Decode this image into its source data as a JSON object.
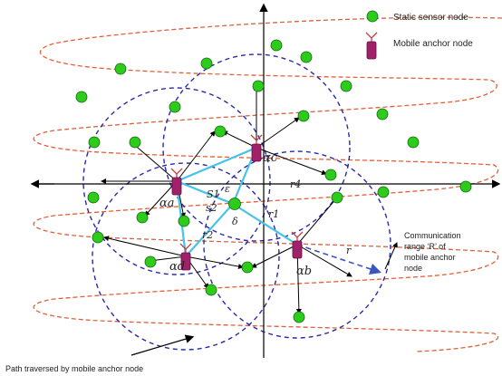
{
  "legend": {
    "static_label": "Static sensor node",
    "mobile_label": "Mobile anchor node"
  },
  "annotations": {
    "comm_range_lines": [
      "Communication",
      "range ‘R’ of",
      "mobile anchor",
      "node"
    ],
    "path_label": "Path traversed by mobile anchor node"
  },
  "anchor_labels": {
    "a": "αa",
    "b": "αb",
    "c": "αc",
    "d": "αd"
  },
  "segment_labels": {
    "s1": "S1",
    "s2": "s2",
    "r1": "r1",
    "r2": "r2",
    "r4": "r4",
    "delta": "δ",
    "eps": "ε",
    "r": "r"
  },
  "colors": {
    "static_node": "#2ecc1a",
    "static_node_stroke": "#116611",
    "anchor_body": "#a0206a",
    "path": "#e0603a",
    "circle": "#2a2aa8",
    "cyan": "#45c3e8",
    "axis": "#000000"
  }
}
